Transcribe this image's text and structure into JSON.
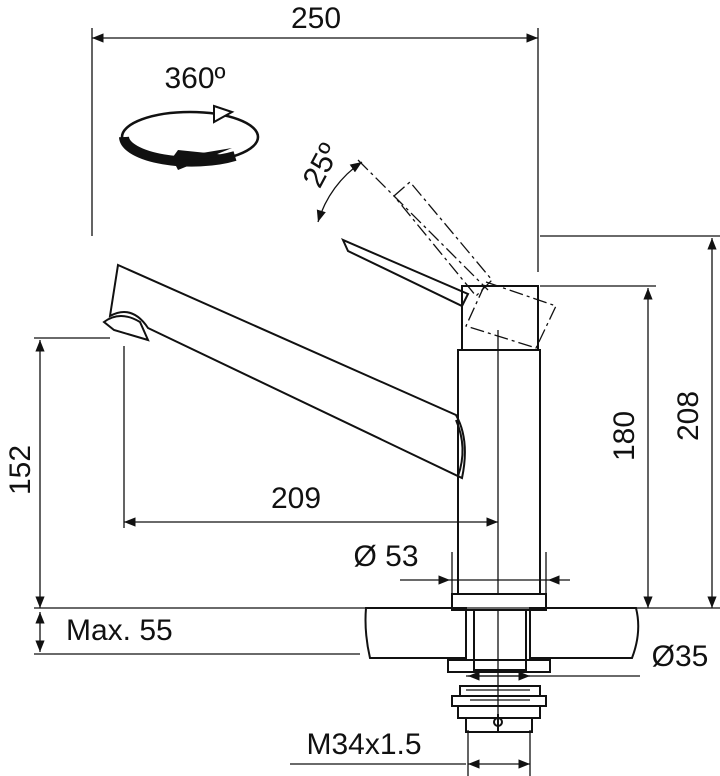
{
  "dimensions": {
    "total_width": "250",
    "rotation": "360º",
    "tilt_angle": "25º",
    "spout_height": "152",
    "spout_reach": "209",
    "body_height": "180",
    "total_height": "208",
    "base_diameter": "Ø 53",
    "max_thickness": "Max. 55",
    "hole_diameter": "Ø35",
    "thread": "M34x1.5"
  },
  "colors": {
    "line": "#111111",
    "background": "#ffffff"
  }
}
